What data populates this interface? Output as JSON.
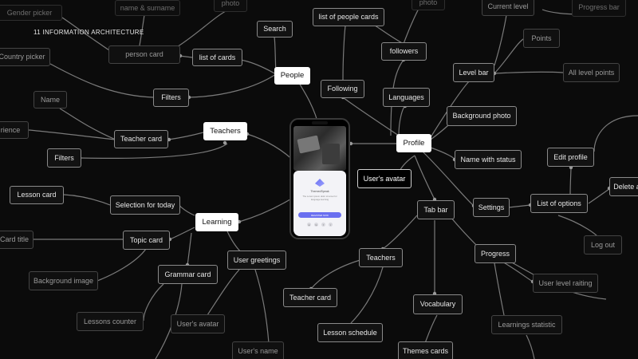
{
  "title": "11 INFORMATION ARCHITECTURE",
  "colors": {
    "background": "#0b0b0b",
    "key_node": "#ffffff",
    "edge": "#7a7a7a",
    "accent": "#6a6ff0"
  },
  "phone": {
    "app_name": "ThemedSpeak",
    "description": "The Lorem ipsum dolor sit amet for language learning",
    "cta": "REGISTER NOW"
  },
  "nodes": [
    {
      "id": "people",
      "label": "People",
      "level": "key"
    },
    {
      "id": "teachers",
      "label": "Teachers",
      "level": "key"
    },
    {
      "id": "learning",
      "label": "Learning",
      "level": "key"
    },
    {
      "id": "profile",
      "label": "Profile",
      "level": "key"
    },
    {
      "id": "search",
      "label": "Search",
      "level": "l2"
    },
    {
      "id": "list_of_cards",
      "label": "list of cards",
      "level": "l2"
    },
    {
      "id": "person_card",
      "label": "person card",
      "level": "l3"
    },
    {
      "id": "name_surname",
      "label": "name & surname",
      "level": "l4"
    },
    {
      "id": "photo_top",
      "label": "photo",
      "level": "l4"
    },
    {
      "id": "gender_picker",
      "label": "Gender picker",
      "level": "l4"
    },
    {
      "id": "filters_people",
      "label": "Filters",
      "level": "l2"
    },
    {
      "id": "country_picker",
      "label": "Country picker",
      "level": "l3"
    },
    {
      "id": "following",
      "label": "Following",
      "level": "l2"
    },
    {
      "id": "list_people_cards",
      "label": "list of people cards",
      "level": "l2"
    },
    {
      "id": "photo_top2",
      "label": "photo",
      "level": "l4"
    },
    {
      "id": "followers",
      "label": "followers",
      "level": "l2"
    },
    {
      "id": "teacher_card",
      "label": "Teacher card",
      "level": "l2"
    },
    {
      "id": "name_t",
      "label": "Name",
      "level": "l3"
    },
    {
      "id": "experience",
      "label": "rience",
      "level": "l3"
    },
    {
      "id": "filters_t",
      "label": "Filters",
      "level": "l2"
    },
    {
      "id": "selection_today",
      "label": "Selection for today",
      "level": "l2"
    },
    {
      "id": "lesson_card",
      "label": "Lesson card",
      "level": "l2"
    },
    {
      "id": "topic_card",
      "label": "Topic card",
      "level": "l2"
    },
    {
      "id": "card_title",
      "label": "Card title",
      "level": "l3"
    },
    {
      "id": "background_image",
      "label": "Background image",
      "level": "l3"
    },
    {
      "id": "grammar_card",
      "label": "Grammar card",
      "level": "l2"
    },
    {
      "id": "user_greetings",
      "label": "User greetings",
      "level": "l2"
    },
    {
      "id": "lessons_counter",
      "label": "Lessons counter",
      "level": "l3"
    },
    {
      "id": "users_avatar_l",
      "label": "User's avatar",
      "level": "l3"
    },
    {
      "id": "users_name",
      "label": "User's name",
      "level": "l3"
    },
    {
      "id": "languages",
      "label": "Languages",
      "level": "l2"
    },
    {
      "id": "background_photo",
      "label": "Background photo",
      "level": "l2"
    },
    {
      "id": "name_with_status",
      "label": "Name with status",
      "level": "l2"
    },
    {
      "id": "users_avatar_p",
      "label": "User's avatar",
      "level": "l2b"
    },
    {
      "id": "level_bar",
      "label": "Level bar",
      "level": "l2"
    },
    {
      "id": "current_level",
      "label": "Current level",
      "level": "l3"
    },
    {
      "id": "points",
      "label": "Points",
      "level": "l3"
    },
    {
      "id": "all_level_points",
      "label": "All level points",
      "level": "l3"
    },
    {
      "id": "progress_bar",
      "label": "Progress bar",
      "level": "l4"
    },
    {
      "id": "settings",
      "label": "Settings",
      "level": "l2"
    },
    {
      "id": "list_of_options",
      "label": "List of options",
      "level": "l2"
    },
    {
      "id": "edit_profile",
      "label": "Edit profile",
      "level": "l2"
    },
    {
      "id": "delete",
      "label": "Delete a",
      "level": "l2"
    },
    {
      "id": "log_out",
      "label": "Log out",
      "level": "l3"
    },
    {
      "id": "tab_bar",
      "label": "Tab bar",
      "level": "l2"
    },
    {
      "id": "teachers_tab",
      "label": "Teachers",
      "level": "l2"
    },
    {
      "id": "teacher_card_2",
      "label": "Teacher card",
      "level": "l2"
    },
    {
      "id": "lesson_schedule",
      "label": "Lesson schedule",
      "level": "l2"
    },
    {
      "id": "vocabulary",
      "label": "Vocabulary",
      "level": "l2"
    },
    {
      "id": "themes_cards",
      "label": "Themes cards",
      "level": "l2"
    },
    {
      "id": "progress",
      "label": "Progress",
      "level": "l2"
    },
    {
      "id": "user_level_raiting",
      "label": "User level raiting",
      "level": "l3"
    },
    {
      "id": "learnings_statistic",
      "label": "Learnings statistic",
      "level": "l3"
    }
  ]
}
